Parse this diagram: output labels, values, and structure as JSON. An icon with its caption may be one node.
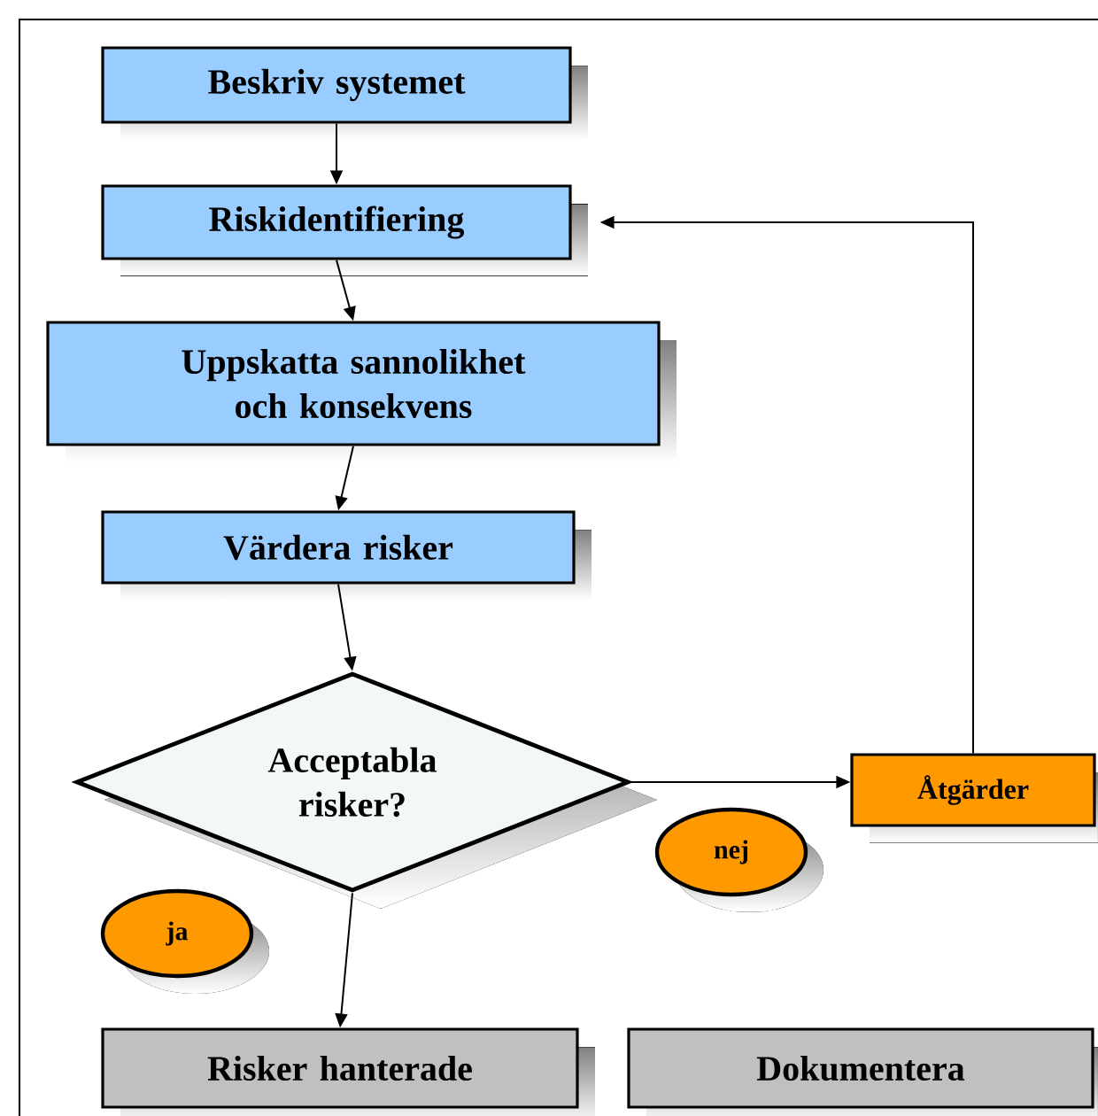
{
  "diagram": {
    "nodes": [
      {
        "text": [
          "Beskriv systemet"
        ]
      },
      {
        "text": [
          "Riskidentifiering"
        ]
      },
      {
        "text": [
          "Uppskatta sannolikhet och konsekvens"
        ]
      },
      {
        "text": [
          "Värdera risker"
        ]
      },
      {
        "text": [
          "Acceptabla risker?"
        ]
      },
      {
        "text": [
          "Åtgärder"
        ]
      },
      {
        "text": [
          "nej"
        ]
      },
      {
        "text": [
          "ja"
        ]
      },
      {
        "text": [
          "Risker hanterade"
        ]
      },
      {
        "text": [
          "Dokumentera"
        ]
      }
    ],
    "edges": [
      {
        "from": 0,
        "to": 1,
        "arrow": "to"
      },
      {
        "from": 1,
        "to": 2,
        "arrow": "to"
      },
      {
        "from": 2,
        "to": 3,
        "arrow": "to"
      },
      {
        "from": 3,
        "to": 4,
        "arrow": "to"
      },
      {
        "from": 4,
        "to": 5,
        "arrow": "to"
      },
      {
        "from": 5,
        "to": 1,
        "arrow": "to"
      },
      {
        "from": 4,
        "to": 8,
        "arrow": "to"
      }
    ]
  }
}
